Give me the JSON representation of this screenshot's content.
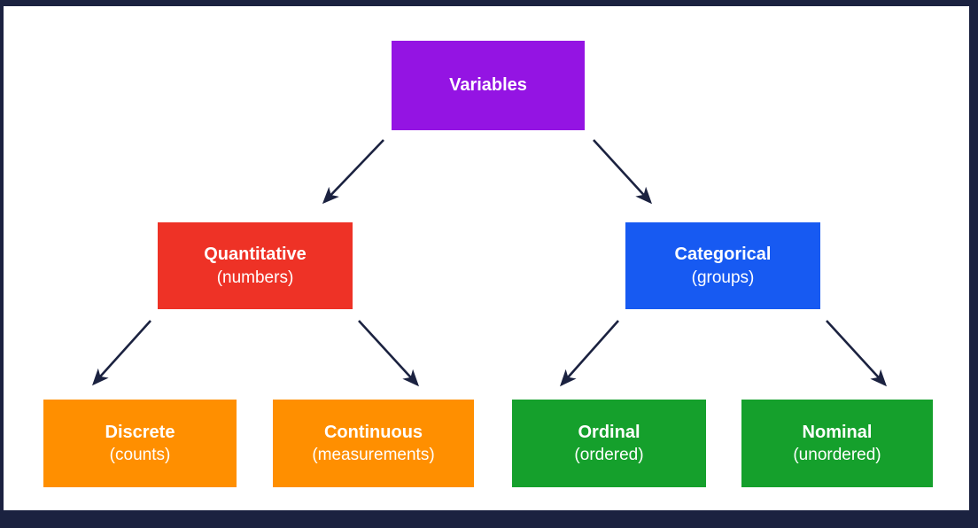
{
  "colors": {
    "frame": "#1b2240",
    "canvas": "#ffffff",
    "arrow": "#1b2240",
    "node_text": "#ffffff",
    "purple": "#9414e3",
    "red": "#ee3226",
    "blue": "#175af2",
    "orange": "#ff8f00",
    "green": "#15a02c"
  },
  "nodes": {
    "variables": {
      "title": "Variables",
      "subtitle": "",
      "color": "#9414e3"
    },
    "quantitative": {
      "title": "Quantitative",
      "subtitle": "(numbers)",
      "color": "#ee3226"
    },
    "categorical": {
      "title": "Categorical",
      "subtitle": "(groups)",
      "color": "#175af2"
    },
    "discrete": {
      "title": "Discrete",
      "subtitle": "(counts)",
      "color": "#ff8f00"
    },
    "continuous": {
      "title": "Continuous",
      "subtitle": "(measurements)",
      "color": "#ff8f00"
    },
    "ordinal": {
      "title": "Ordinal",
      "subtitle": "(ordered)",
      "color": "#15a02c"
    },
    "nominal": {
      "title": "Nominal",
      "subtitle": "(unordered)",
      "color": "#15a02c"
    }
  },
  "edges": [
    {
      "from": "Variables",
      "to": "Quantitative"
    },
    {
      "from": "Variables",
      "to": "Categorical"
    },
    {
      "from": "Quantitative",
      "to": "Discrete"
    },
    {
      "from": "Quantitative",
      "to": "Continuous"
    },
    {
      "from": "Categorical",
      "to": "Ordinal"
    },
    {
      "from": "Categorical",
      "to": "Nominal"
    }
  ]
}
